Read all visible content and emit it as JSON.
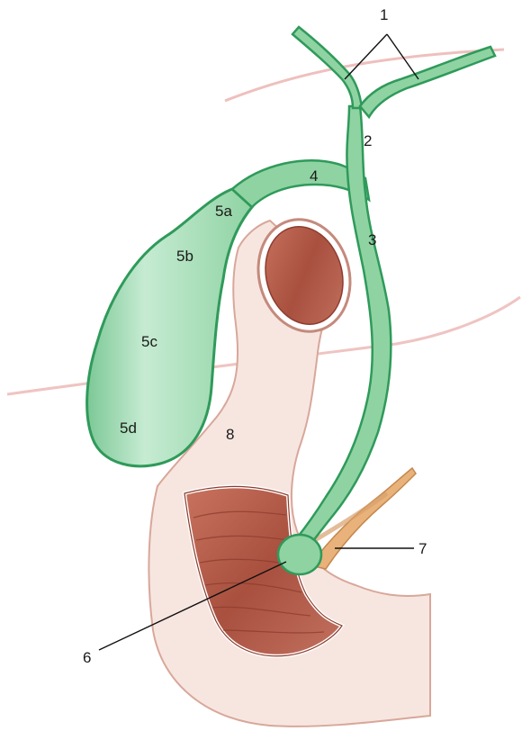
{
  "labels": {
    "l1": "1",
    "l2": "2",
    "l3": "3",
    "l4": "4",
    "l5a": "5a",
    "l5b": "5b",
    "l5c": "5c",
    "l5d": "5d",
    "l6": "6",
    "l7": "7",
    "l8": "8"
  },
  "colors": {
    "background": "#ffffff",
    "biliary_green": "#8fd3a3",
    "biliary_outline": "#2f9a5a",
    "duodenum_wall": "#f6e3dc",
    "duodenum_outline": "#d8a79a",
    "mucosa": "#b8614e",
    "pancreatic_duct": "#e8b27a",
    "peritoneal_line": "#eab0ad",
    "leader_line": "#111111"
  }
}
